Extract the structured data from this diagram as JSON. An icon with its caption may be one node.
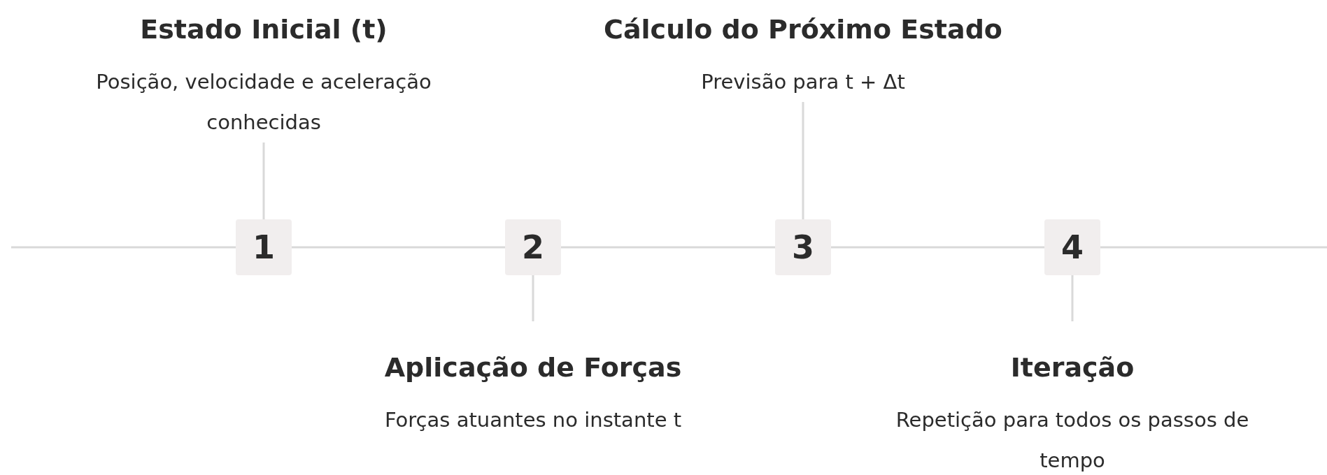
{
  "diagram": {
    "nodes": [
      {
        "text": [
          "1"
        ]
      },
      {
        "text": [
          "2"
        ]
      },
      {
        "text": [
          "3"
        ]
      },
      {
        "text": [
          "4"
        ]
      },
      {
        "text": [
          "Estado Inicial (t)",
          "Posição, velocidade e aceleração conhecidas"
        ]
      },
      {
        "text": [
          "Aplicação de Forças",
          "Forças atuantes no instante t"
        ]
      },
      {
        "text": [
          "Cálculo do Próximo Estado",
          "Previsão para t + Δt"
        ]
      },
      {
        "text": [
          "Iteração",
          "Repetição para todos os passos de tempo"
        ]
      }
    ],
    "edges": [
      {
        "from": null,
        "to": 0,
        "arrow": "none"
      },
      {
        "from": 0,
        "to": 1,
        "arrow": "none"
      },
      {
        "from": 1,
        "to": 2,
        "arrow": "none"
      },
      {
        "from": 2,
        "to": 3,
        "arrow": "none"
      },
      {
        "from": 3,
        "to": null,
        "arrow": "none"
      },
      {
        "from": 0,
        "to": 4,
        "arrow": "none"
      },
      {
        "from": 1,
        "to": 5,
        "arrow": "none"
      },
      {
        "from": 2,
        "to": 6,
        "arrow": "none"
      },
      {
        "from": 3,
        "to": 7,
        "arrow": "none"
      }
    ]
  }
}
